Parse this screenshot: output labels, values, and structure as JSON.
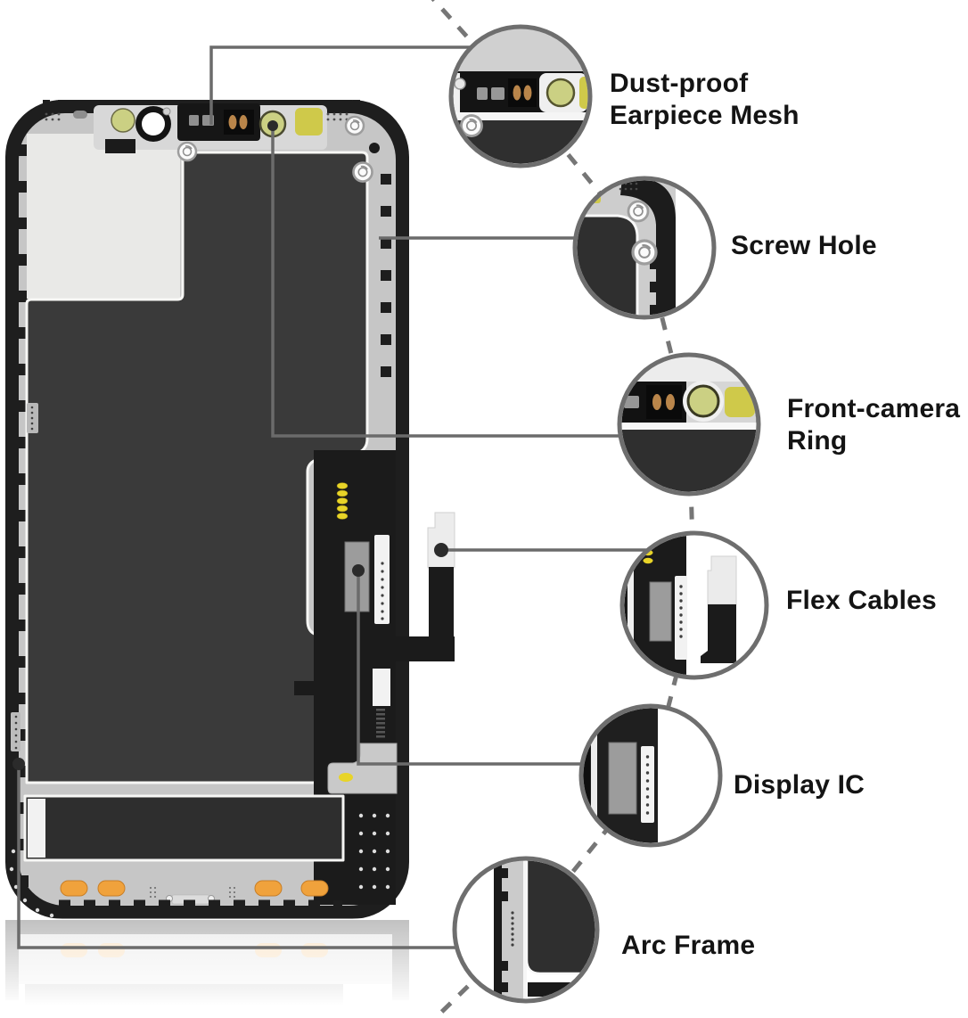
{
  "image": {
    "type": "product-annotation-diagram",
    "subject": "Smartphone LCD screen replacement assembly, internal back view with zoom callouts"
  },
  "callouts": [
    {
      "id": "dust-proof-earpiece-mesh",
      "label": "Dust-proof\nEarpiece Mesh"
    },
    {
      "id": "screw-hole",
      "label": "Screw Hole"
    },
    {
      "id": "front-camera-ring",
      "label": "Front-camera\nRing"
    },
    {
      "id": "flex-cables",
      "label": "Flex Cables"
    },
    {
      "id": "display-ic",
      "label": "Display IC"
    },
    {
      "id": "arc-frame",
      "label": "Arc Frame"
    }
  ],
  "colors": {
    "background": "#ffffff",
    "phone_frame": "#1e1e1e",
    "metal_plate": "#c6c6c6",
    "light_shield": "#e9e9e7",
    "graphite_sheet": "#3a3a3a",
    "display_back": "#2e2e2e",
    "flex_black": "#1b1b1b",
    "camera_ring_green": "#cbd083",
    "adhesive_yellow": "#cfc94a",
    "contact_gold": "#e8d428",
    "solder_pad_orange": "#f0a23c",
    "mic_pad_amber": "#b9854a",
    "ic_chip_gray": "#9c9c9c",
    "connector_white": "#f2f2f2",
    "leader_line": "#6b6b6b",
    "callout_ring": "#6e6e6e",
    "label_text": "#141414"
  }
}
